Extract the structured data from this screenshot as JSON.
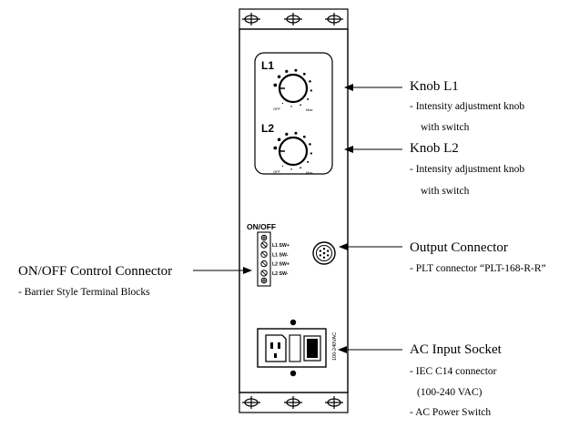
{
  "panel": {
    "knob1_label": "L1",
    "knob2_label": "L2",
    "knob_min_label": "OFF",
    "knob_max_label": "Max",
    "onoff_label": "ON/OFF",
    "terminal_labels": [
      "L1 SW+",
      "L1 SW-",
      "L2 SW+",
      "L2 SW-"
    ],
    "ac_rating_label": "100-240VAC"
  },
  "callouts": {
    "knob_l1": {
      "title": "Knob L1",
      "lines": [
        "- Intensity adjustment knob",
        "with switch"
      ]
    },
    "knob_l2": {
      "title": "Knob L2",
      "lines": [
        "- Intensity adjustment knob",
        "with switch"
      ]
    },
    "output": {
      "title": "Output Connector",
      "lines": [
        "- PLT connector “PLT-168-R-R”"
      ]
    },
    "onoff": {
      "title": "ON/OFF Control Connector",
      "lines": [
        "- Barrier Style Terminal Blocks"
      ]
    },
    "ac": {
      "title": "AC Input Socket",
      "lines": [
        "- IEC C14 connector",
        "(100-240 VAC)",
        "- AC Power Switch"
      ]
    }
  }
}
